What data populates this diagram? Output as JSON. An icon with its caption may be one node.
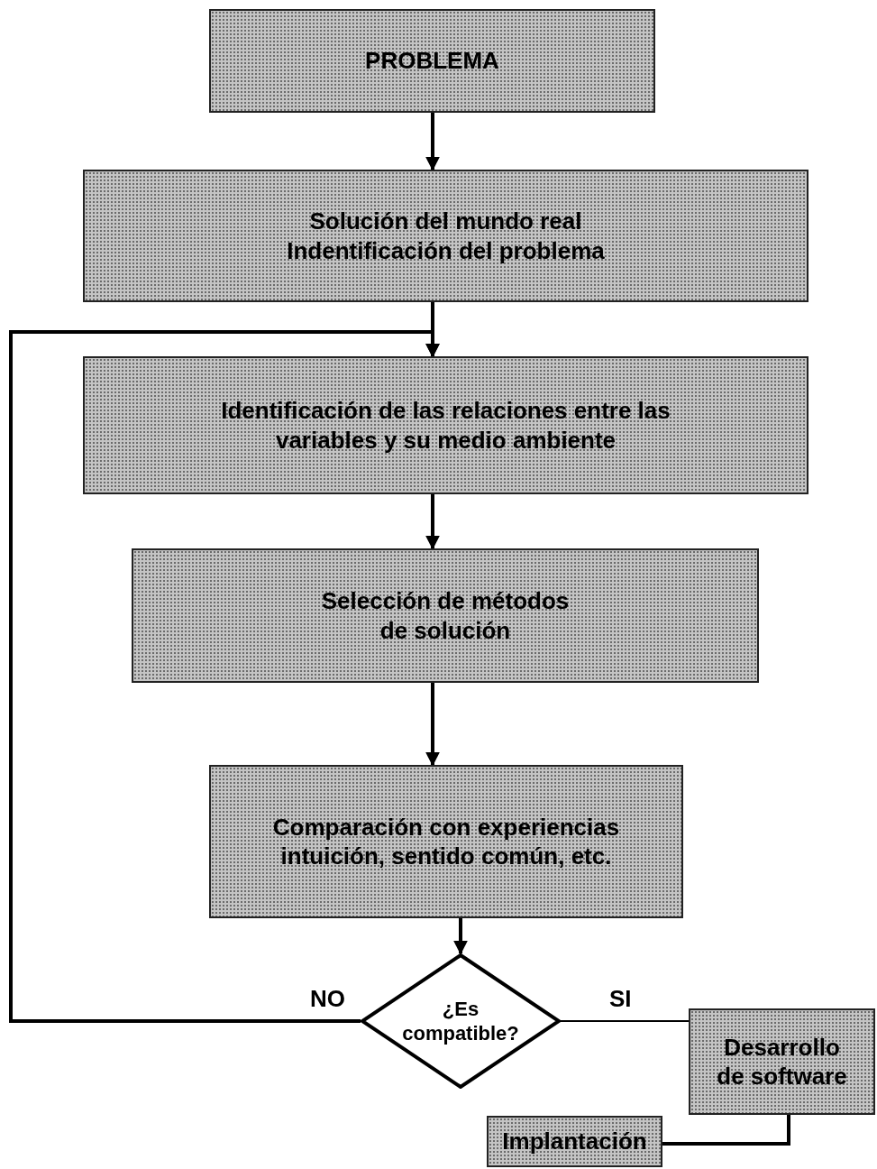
{
  "diagram": {
    "nodes": [
      {
        "text": [
          "PROBLEMA"
        ]
      },
      {
        "text": [
          "Solución del mundo real",
          "Indentificación del problema"
        ]
      },
      {
        "text": [
          "Identificación de las relaciones entre las variables y su medio ambiente"
        ]
      },
      {
        "text": [
          "Selección de métodos de solución"
        ]
      },
      {
        "text": [
          "Comparación con experiencias intuición, sentido común, etc."
        ]
      },
      {
        "text": [
          "¿Es compatible?"
        ]
      },
      {
        "text": [
          "Desarrollo de software"
        ]
      },
      {
        "text": [
          "Implantación"
        ]
      }
    ],
    "edges": [
      {
        "from": 0,
        "to": 1,
        "arrow": "to"
      },
      {
        "from": 1,
        "to": 2,
        "arrow": "to"
      },
      {
        "from": 2,
        "to": 3,
        "arrow": "to"
      },
      {
        "from": 3,
        "to": 4,
        "arrow": "to"
      },
      {
        "from": 4,
        "to": 5,
        "arrow": "to"
      },
      {
        "from": 5,
        "to": 2,
        "arrow": "to",
        "label": "NO"
      },
      {
        "from": 5,
        "to": 6,
        "arrow": "none",
        "label": "SI"
      },
      {
        "from": 6,
        "to": 7,
        "arrow": "none"
      }
    ]
  }
}
